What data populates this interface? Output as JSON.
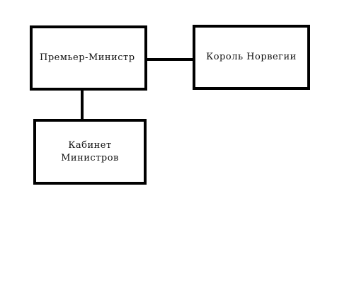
{
  "diagram": {
    "nodes": {
      "prime_minister": {
        "label": "Премьер-Министр"
      },
      "king": {
        "label": "Король  Норвегии"
      },
      "cabinet": {
        "label": "Кабинет\nМинистров"
      }
    },
    "edges": [
      {
        "from": "prime_minister",
        "to": "king"
      },
      {
        "from": "prime_minister",
        "to": "cabinet"
      }
    ],
    "colors": {
      "border": "#000000",
      "background": "#ffffff",
      "text": "#111111"
    }
  }
}
